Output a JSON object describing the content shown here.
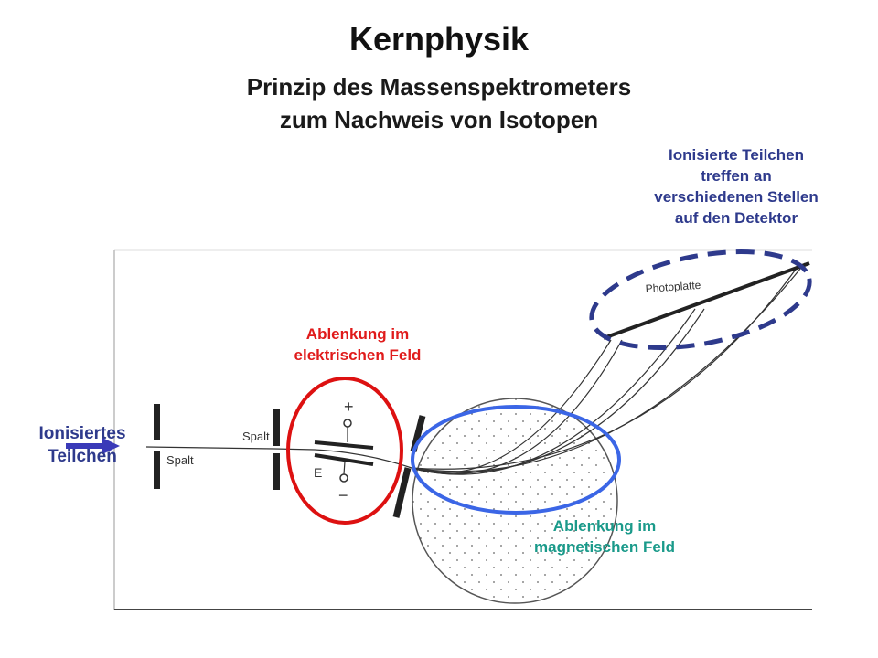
{
  "title": "Kernphysik",
  "subtitle_line1": "Prinzip des Massenspektrometers",
  "subtitle_line2": "zum Nachweis von Isotopen",
  "labels": {
    "detector": [
      "Ionisierte Teilchen",
      "treffen an",
      "verschiedenen Stellen",
      "auf den Detektor"
    ],
    "electric_field": [
      "Ablenkung im",
      "elektrischen Feld"
    ],
    "magnetic_field": [
      "Ablenkung im",
      "magnetischen Feld"
    ],
    "particle": [
      "Ionisiertes",
      "Teilchen"
    ]
  },
  "sketch_labels": {
    "slit_1": "Spalt",
    "slit_2": "Spalt",
    "plus": "+",
    "minus": "−",
    "field_e": "E",
    "photoplate": "Photoplatte"
  },
  "colors": {
    "detector_label": "#2e3a8c",
    "electric_label": "#e01b1b",
    "magnetic_label": "#1a9a8a",
    "particle_label": "#2e3a8c",
    "electric_ellipse": "#dd1111",
    "magnetic_ellipse": "#3b66e6",
    "detector_ellipse": "#2e3a8c",
    "arrow": "#3a3ab8"
  }
}
